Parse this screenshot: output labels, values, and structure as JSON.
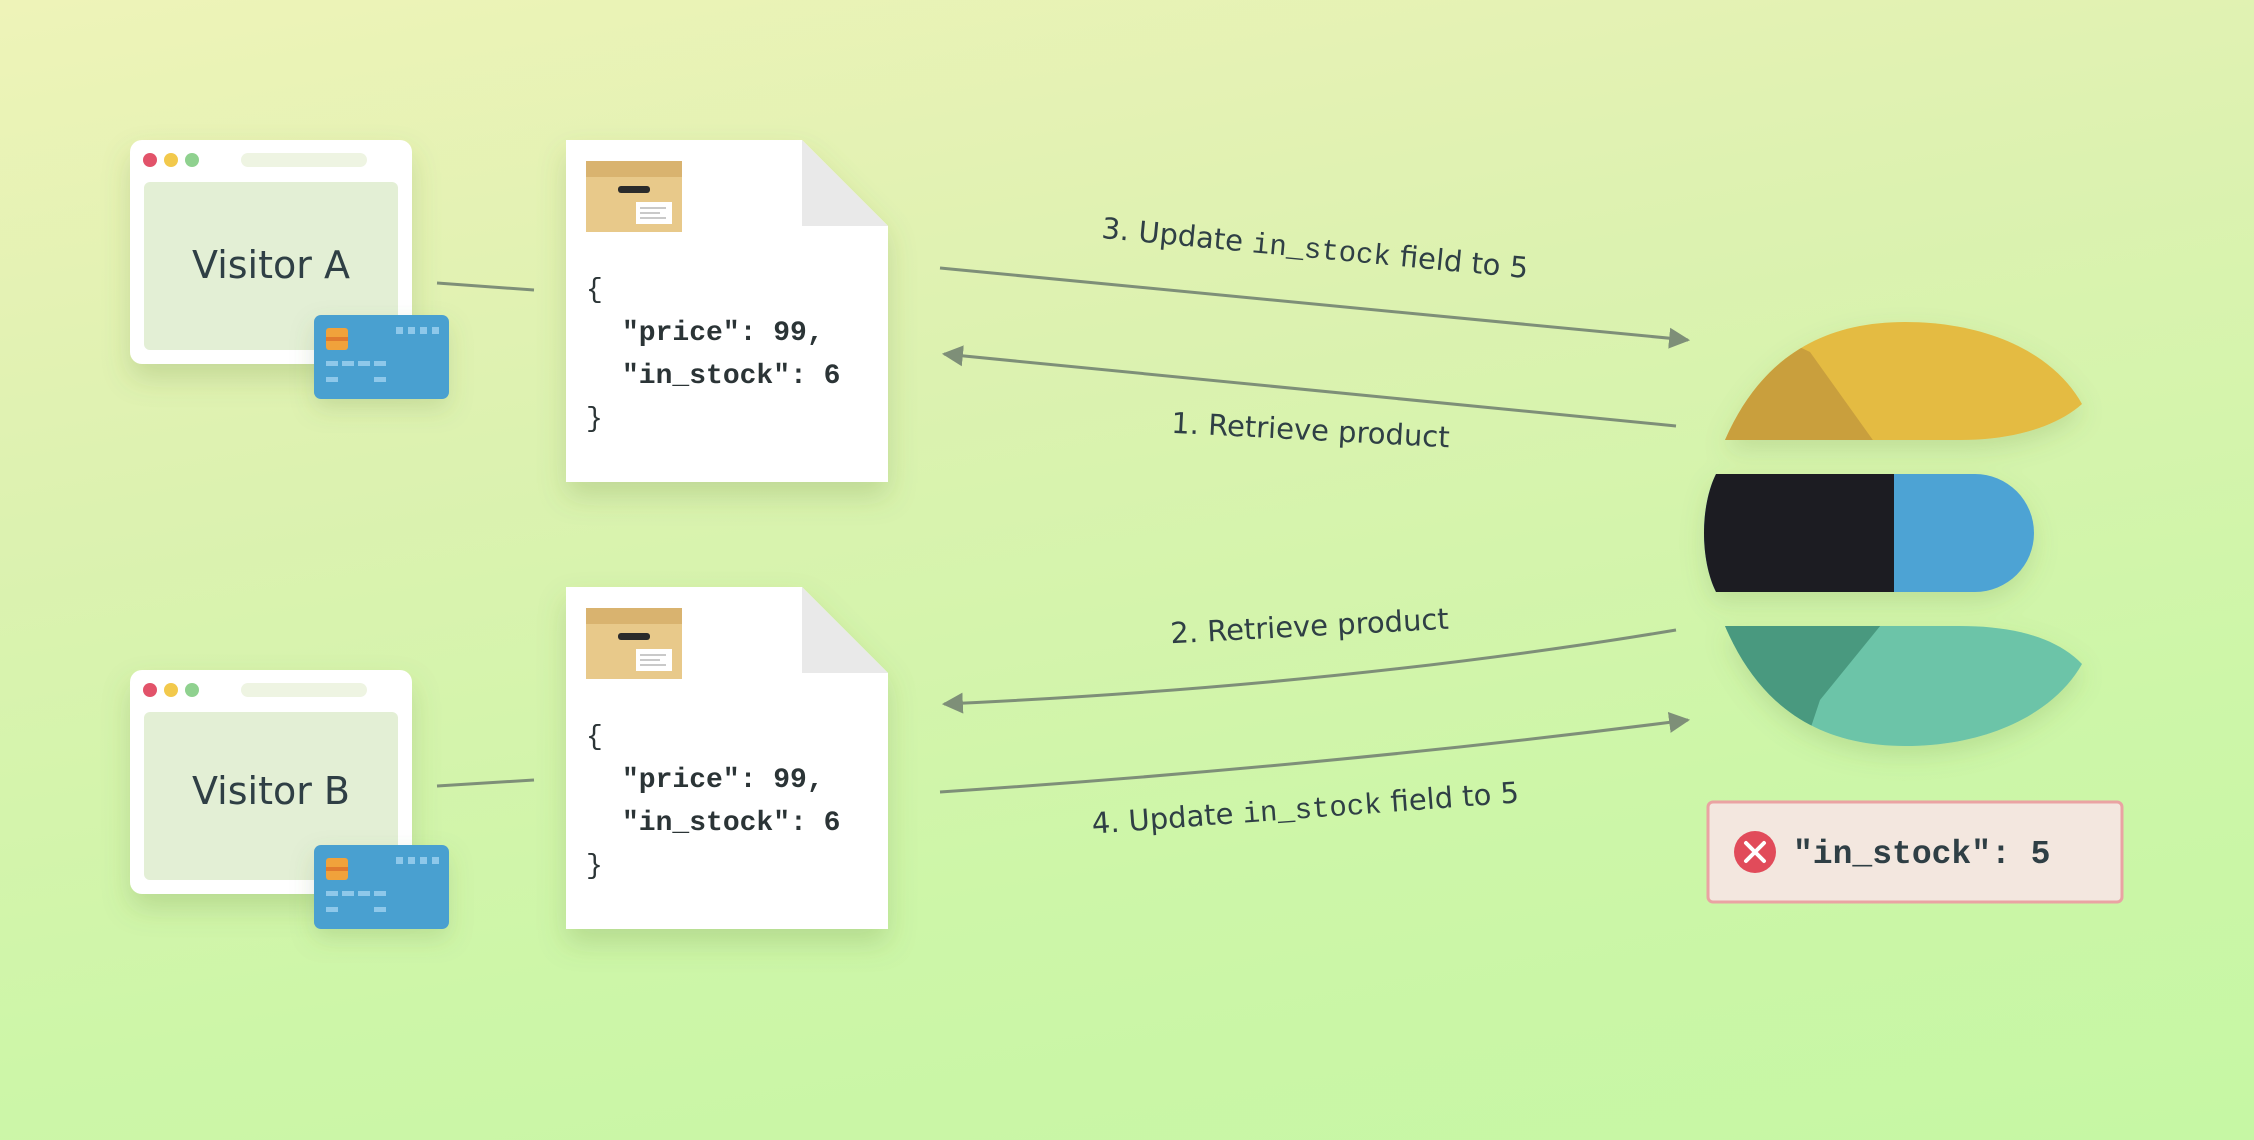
{
  "visitors": [
    {
      "label": "Visitor A"
    },
    {
      "label": "Visitor B"
    }
  ],
  "documents": [
    {
      "open_brace": "{",
      "price_line": "\"price\": 99,",
      "stock_line": "\"in_stock\": 6",
      "close_brace": "}"
    },
    {
      "open_brace": "{",
      "price_line": "\"price\": 99,",
      "stock_line": "\"in_stock\": 6",
      "close_brace": "}"
    }
  ],
  "steps": [
    {
      "prefix": "3. Update ",
      "code": "in_stock",
      "suffix": " field to 5"
    },
    {
      "text": "1. Retrieve product"
    },
    {
      "text": "2. Retrieve product"
    },
    {
      "prefix": "4. Update ",
      "code": "in_stock",
      "suffix": " field to 5"
    }
  ],
  "result": {
    "text": "\"in_stock\": 5",
    "icon": "x-icon"
  },
  "colors": {
    "yellow": "#e4bb42",
    "yellow_dark": "#c99f3c",
    "black": "#1f1e20",
    "blue": "#4da3d4",
    "teal": "#6cc4a8",
    "teal_dark": "#49997f",
    "error_red": "#e14b5a",
    "card_blue": "#4aa0d0",
    "line": "#7e8f78"
  }
}
